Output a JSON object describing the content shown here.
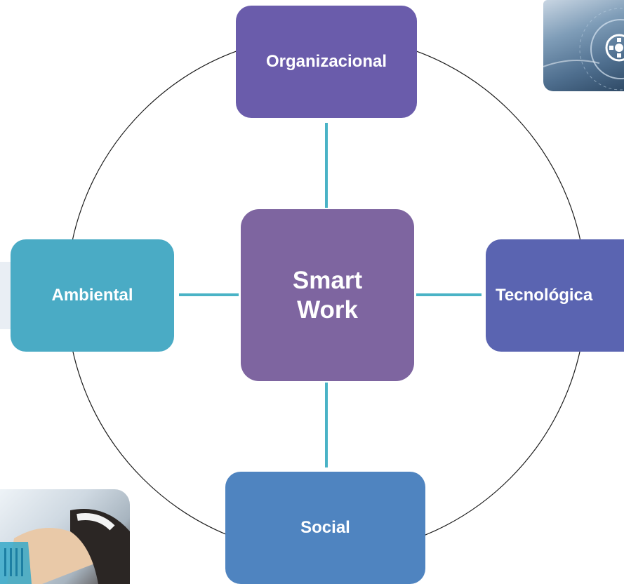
{
  "diagram": {
    "center": {
      "label_line1": "Smart",
      "label_line2": "Work"
    },
    "top": {
      "label": "Organizacional"
    },
    "left": {
      "label": "Ambiental"
    },
    "right": {
      "label": "Tecnológica"
    },
    "bottom": {
      "label": "Social"
    }
  },
  "colors": {
    "center": "#7e65a0",
    "top": "#6a5cab",
    "left": "#4aabc5",
    "right": "#5a64b1",
    "bottom": "#4f84c0",
    "connector": "#4ab3c6",
    "ring": "#1a1a1a"
  },
  "images": [
    {
      "name": "technology-gear-photo"
    },
    {
      "name": "business-handshake-photo"
    }
  ]
}
